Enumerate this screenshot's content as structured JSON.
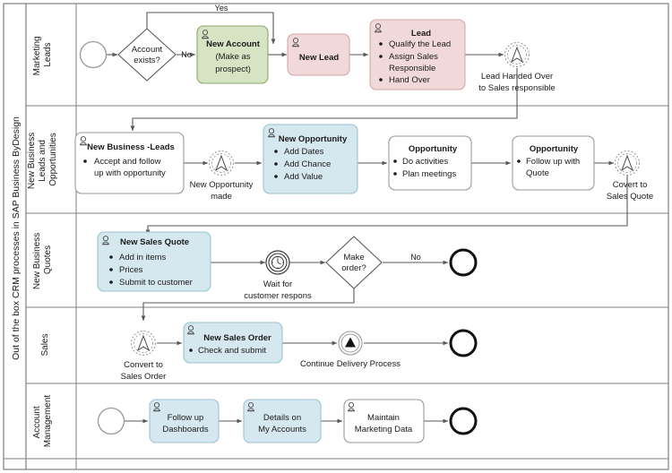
{
  "diagram": {
    "title": "Out of the box CRM processes in SAP Business ByDesign",
    "type": "bpmn-pool-lanes",
    "colors": {
      "green_fill": "#d7e4c3",
      "green_stroke": "#8aa86a",
      "pink_fill": "#f2d9d9",
      "pink_stroke": "#d6a8a8",
      "blue_fill": "#d5e8ef",
      "blue_stroke": "#9dc3d0",
      "white_fill": "#ffffff",
      "white_stroke": "#9a9a9a",
      "line": "#595959",
      "frame": "#808080",
      "text": "#1a1a1a"
    }
  },
  "lanes": [
    {
      "id": "marketing-leads",
      "label": "Marketing\nLeads"
    },
    {
      "id": "new-business-leads-opportunities",
      "label": "New Business\nLeads and\nOpportunities"
    },
    {
      "id": "new-business-quotes",
      "label": "New Business\nQuotes"
    },
    {
      "id": "sales",
      "label": "Sales"
    },
    {
      "id": "account-management",
      "label": "Account\nManagement"
    }
  ],
  "lane1": {
    "start_event": "",
    "gateway": {
      "line1": "Account",
      "line2": "exists?"
    },
    "flow_yes": "Yes",
    "flow_no": "No",
    "task_new_account": {
      "title": "New Account",
      "line2": "(Make as",
      "line3": "prospect)"
    },
    "task_new_lead": {
      "title": "New Lead"
    },
    "task_lead": {
      "title": "Lead",
      "items": [
        "Qualify the Lead",
        "Assign Sales",
        "Responsible",
        "Hand Over"
      ]
    },
    "link_event": {
      "line1": "Lead Handed Over",
      "line2": "to Sales responsible"
    }
  },
  "lane2": {
    "task_new_business_leads": {
      "title": "New Business -Leads",
      "items": [
        "Accept and follow",
        "up with opportunity"
      ]
    },
    "link_event_in": {
      "line1": "New Opportunity",
      "line2": "made"
    },
    "task_new_opportunity": {
      "title": "New Opportunity",
      "items": [
        "Add Dates",
        "Add Chance",
        "Add Value"
      ]
    },
    "task_opportunity_activities": {
      "title": "Opportunity",
      "items": [
        "Do activities",
        "Plan meetings"
      ]
    },
    "task_opportunity_quote": {
      "title": "Opportunity",
      "items": [
        "Follow up with",
        "Quote"
      ]
    },
    "link_event_out": {
      "line1": "Covert to",
      "line2": "Sales Quote"
    }
  },
  "lane3": {
    "task_new_sales_quote": {
      "title": "New Sales Quote",
      "items": [
        "Add in items",
        "Prices",
        "Submit to customer"
      ]
    },
    "timer_event": {
      "line1": "Wait for",
      "line2": "customer respons"
    },
    "gateway": {
      "line1": "Make",
      "line2": "order?"
    },
    "flow_no": "No",
    "end_event": ""
  },
  "lane4": {
    "link_event_in": {
      "line1": "Convert to",
      "line2": "Sales Order"
    },
    "task_new_sales_order": {
      "title": "New  Sales Order",
      "items": [
        "Check and submit"
      ]
    },
    "signal_event": {
      "line1": "Continue Delivery Process"
    },
    "end_event": ""
  },
  "lane5": {
    "start_event": "",
    "task_follow_up": {
      "line1": "Follow up",
      "line2": "Dashboards"
    },
    "task_details": {
      "line1": "Details on",
      "line2": "My Accounts"
    },
    "task_maintain": {
      "line1": "Maintain",
      "line2": "Marketing Data"
    },
    "end_event": ""
  }
}
